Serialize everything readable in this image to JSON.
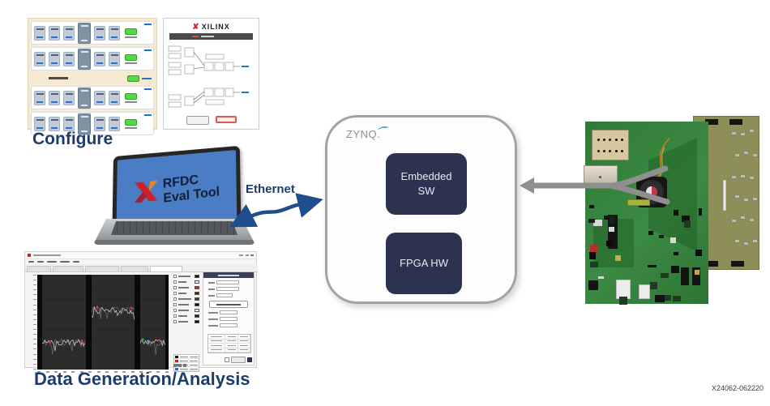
{
  "diagram": {
    "configure_label": "Configure",
    "data_generation_label": "Data Generation/Analysis",
    "ethernet_label": "Ethernet",
    "doc_id": "X24062-062220"
  },
  "laptop": {
    "screen_line1": "RFDC",
    "screen_line2": "Eval Tool"
  },
  "config_window": {
    "brand": "XILINX"
  },
  "zynq_box": {
    "chip_label": "ZYNQ.",
    "blocks": [
      {
        "label": "Embedded SW"
      },
      {
        "label": "FPGA HW"
      }
    ]
  },
  "colors": {
    "heading_navy": "#1d3c6e",
    "arrow_blue": "#1f4e8f",
    "arrow_gray": "#8f8f8f",
    "zynq_block_navy": "#2b3351",
    "xilinx_red": "#d0202a",
    "xilinx_orange": "#f58220",
    "laptop_screen_blue": "#4a7dc4",
    "pcb_green": "#36813e",
    "daughter_board_olive": "#8d8e58",
    "config_panel_tan": "#f6e9d2"
  }
}
